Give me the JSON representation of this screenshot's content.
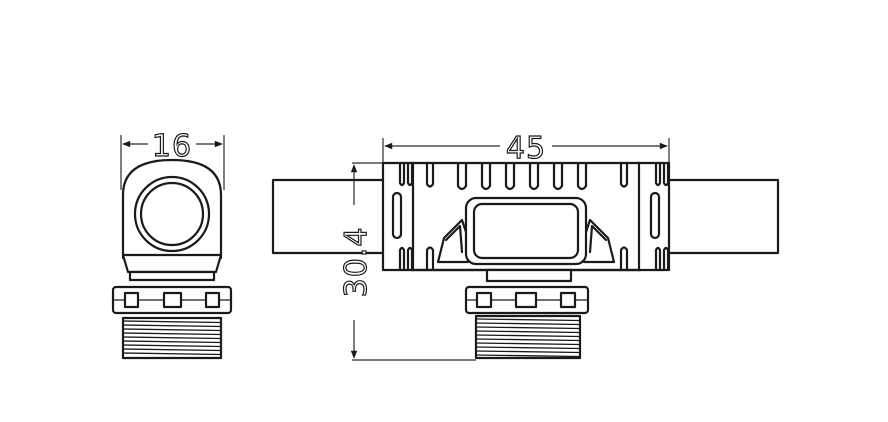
{
  "dimensions": {
    "side_width": "16",
    "body_length": "45",
    "height": "30.4"
  },
  "colors": {
    "line": "#1a1a1a",
    "background": "#ffffff"
  }
}
